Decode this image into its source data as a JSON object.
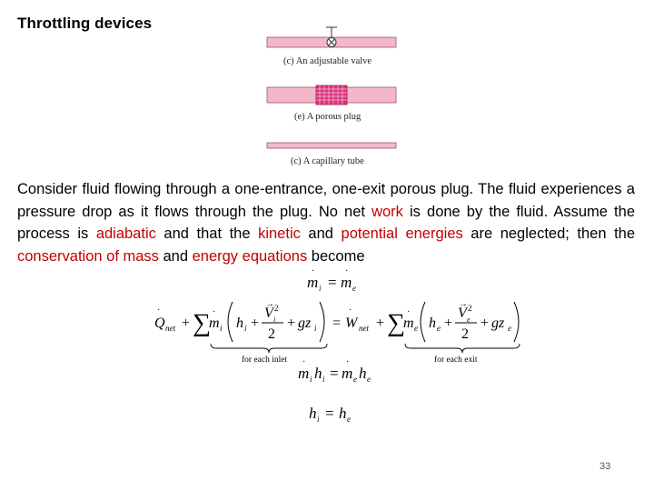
{
  "title": "Throttling devices",
  "figure": {
    "captions": [
      "(c) An adjustable valve",
      "(e) A porous plug",
      "(c) A capillary tube"
    ]
  },
  "paragraph": {
    "s1": "Consider fluid flowing through a one-entrance, one-exit porous plug.  The fluid experiences a pressure drop as it flows through the plug.  No net ",
    "h1": "work",
    "s2": " is done by the fluid.  Assume the process is ",
    "h2": "adiabatic",
    "s3": " and that the ",
    "h3": "kinetic",
    "s4": " and ",
    "h4": "potential energies",
    "s5": " are neglected; then the ",
    "h5": "conservation of mass",
    "s6": " and ",
    "h6": "energy equations",
    "s7": " become"
  },
  "equations": {
    "brace_label_left": "for each inlet",
    "brace_label_right": "for each exit"
  },
  "page_number": "33",
  "colors": {
    "highlight": "#c00000",
    "pipe": "#f2b8c8",
    "plug": "#d9347a"
  }
}
